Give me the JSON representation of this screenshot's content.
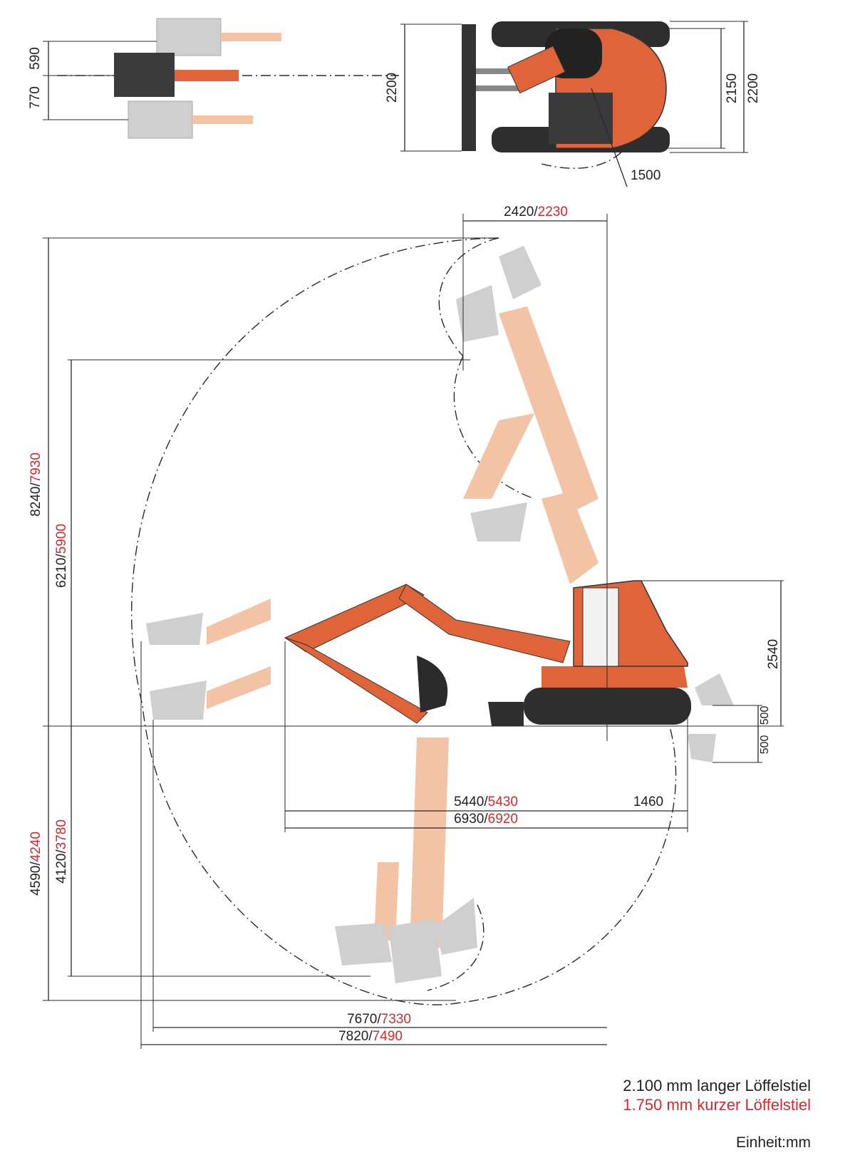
{
  "colors": {
    "accent": "#d7282f",
    "machine_orange": "#e0643a",
    "ghost_orange": "#f3c3a6",
    "ghost_grey": "#cfcfcf",
    "dark": "#333333"
  },
  "top_view": {
    "offset_left": "590",
    "offset_right": "770",
    "width_blade": "2200",
    "width_upper": "2150",
    "width_total": "2200",
    "tail_radius": "1500"
  },
  "side_view": {
    "top_width": {
      "long": "2420",
      "short": "2230"
    },
    "max_dig_height": {
      "long": "8240",
      "short": "7930"
    },
    "max_dump_height": {
      "long": "6210",
      "short": "5900"
    },
    "max_dig_depth": {
      "long": "4590",
      "short": "4240"
    },
    "max_vertical_depth": {
      "long": "4120",
      "short": "3780"
    },
    "min_swing_radius": {
      "long": "5440",
      "short": "5430"
    },
    "reach_offset": {
      "long": "6930",
      "short": "6920"
    },
    "blade_reach": "1460",
    "reach_ground": {
      "long": "7670",
      "short": "7330"
    },
    "reach_max": {
      "long": "7820",
      "short": "7490"
    },
    "cab_height": "2540",
    "blade_up": "500",
    "blade_down": "500"
  },
  "legend": {
    "long_arm": "2.100 mm langer Löffelstiel",
    "short_arm": "1.750 mm kurzer Löffelstiel"
  },
  "unit": "Einheit:mm"
}
